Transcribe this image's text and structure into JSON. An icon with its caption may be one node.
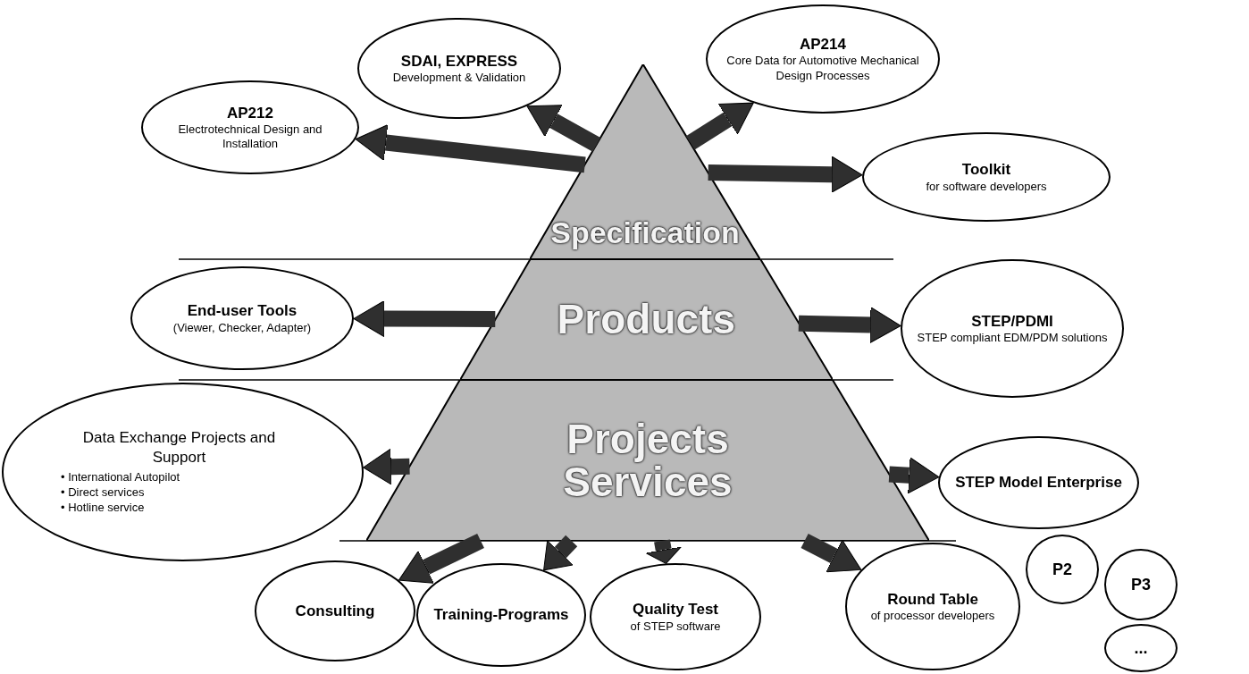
{
  "diagram": {
    "nodes": [
      {
        "text": [
          "SDAI, EXPRESS",
          "Development & Validation"
        ]
      },
      {
        "text": [
          "AP214",
          "Core Data for Automotive Mechanical Design Processes"
        ]
      },
      {
        "text": [
          "AP212",
          "Electrotechnical Design and Installation"
        ]
      },
      {
        "text": [
          "Specification"
        ]
      },
      {
        "text": [
          "Toolkit",
          "for software developers"
        ]
      },
      {
        "text": [
          "End-user Tools",
          "(Viewer, Checker, Adapter)"
        ]
      },
      {
        "text": [
          "Products"
        ]
      },
      {
        "text": [
          "STEP/PDMI",
          "STEP compliant EDM/PDM solutions"
        ]
      },
      {
        "text": [
          "Data Exchange Projects and Support",
          "• International Autopilot",
          "• Direct services",
          "• Hotline service"
        ]
      },
      {
        "text": [
          "Projects Services"
        ]
      },
      {
        "text": [
          "STEP Model Enterprise"
        ]
      },
      {
        "text": [
          "P2"
        ]
      },
      {
        "text": [
          "P3"
        ]
      },
      {
        "text": [
          "Consulting"
        ]
      },
      {
        "text": [
          "Training-Programs"
        ]
      },
      {
        "text": [
          "Quality Test",
          "of STEP software"
        ]
      },
      {
        "text": [
          "Round Table",
          "of processor developers"
        ]
      },
      {
        "text": [
          "..."
        ]
      }
    ],
    "edges": [
      {
        "from": 3,
        "to": 0,
        "arrow": "to"
      },
      {
        "from": 3,
        "to": 1,
        "arrow": "to"
      },
      {
        "from": 3,
        "to": 2,
        "arrow": "to"
      },
      {
        "from": 3,
        "to": 4,
        "arrow": "to"
      },
      {
        "from": 6,
        "to": 5,
        "arrow": "to"
      },
      {
        "from": 6,
        "to": 7,
        "arrow": "to"
      },
      {
        "from": 9,
        "to": 8,
        "arrow": "to"
      },
      {
        "from": 9,
        "to": 10,
        "arrow": "to"
      },
      {
        "from": 9,
        "to": 13,
        "arrow": "to"
      },
      {
        "from": 9,
        "to": 14,
        "arrow": "to"
      },
      {
        "from": 9,
        "to": 15,
        "arrow": "to"
      },
      {
        "from": 9,
        "to": 16,
        "arrow": "to"
      }
    ]
  }
}
